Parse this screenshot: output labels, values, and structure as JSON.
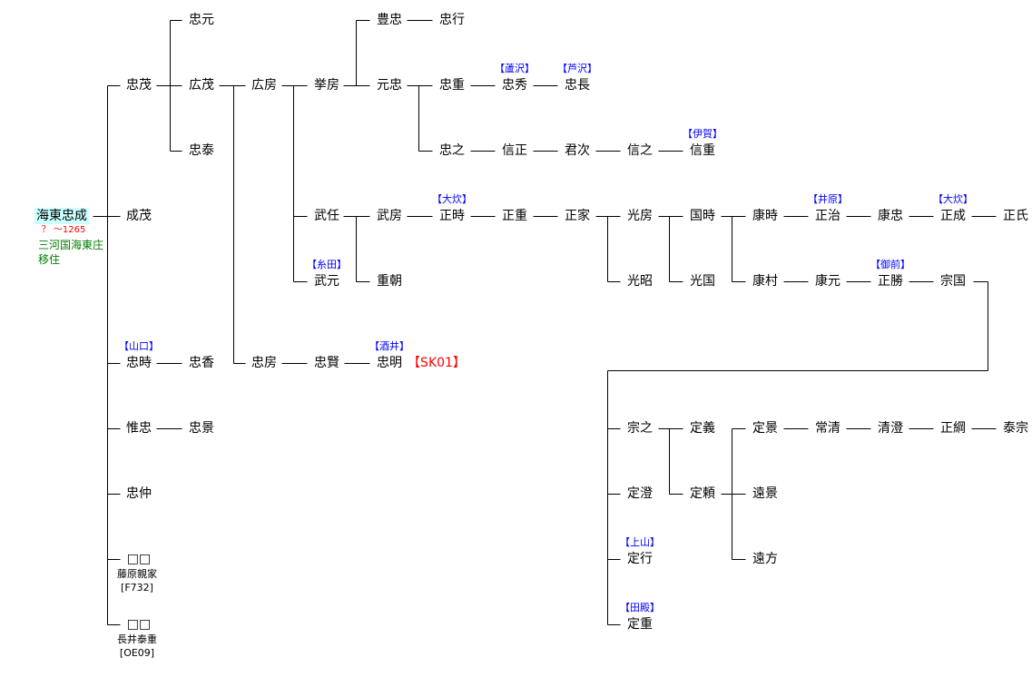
{
  "root": {
    "name": "海東忠成",
    "dates": "？ ～1265",
    "note1": "三河国海東庄",
    "note2": "移住",
    "highlight": "#ccffff"
  },
  "nodes": {
    "tadamoto": {
      "name": "忠元"
    },
    "hiroshige": {
      "name": "広茂"
    },
    "tadayasu": {
      "name": "忠泰"
    },
    "tadashige0": {
      "name": "忠茂"
    },
    "narishige": {
      "name": "成茂"
    },
    "tadatoki": {
      "name": "忠時",
      "label": "【山口】"
    },
    "koretada": {
      "name": "惟忠"
    },
    "tadanaka": {
      "name": "忠仲"
    },
    "unk1": {
      "name": "□□",
      "sub1": "藤原親家",
      "sub2": "[F732]"
    },
    "unk2": {
      "name": "□□",
      "sub1": "長井泰重",
      "sub2": "[OE09]"
    },
    "tadaka": {
      "name": "忠香"
    },
    "tadakage": {
      "name": "忠景"
    },
    "hirofusa": {
      "name": "広房"
    },
    "tadafusa": {
      "name": "忠房"
    },
    "kyofusa": {
      "name": "挙房"
    },
    "taketo": {
      "name": "武任"
    },
    "takemoto": {
      "name": "武元",
      "label": "【糸田】"
    },
    "tadakata": {
      "name": "忠賢"
    },
    "toyotada": {
      "name": "豊忠"
    },
    "mototada": {
      "name": "元忠"
    },
    "takefusa": {
      "name": "武房"
    },
    "shigetomo": {
      "name": "重朝"
    },
    "tadaaki": {
      "name": "忠明",
      "label": "【酒井】",
      "code": "【SK01】"
    },
    "tadayuki": {
      "name": "忠行"
    },
    "tadashige": {
      "name": "忠重"
    },
    "tadayuki2": {
      "name": "忠之"
    },
    "masatoki": {
      "name": "正時",
      "label": "【大炊】"
    },
    "tadahide": {
      "name": "忠秀",
      "label": "【蘆沢】"
    },
    "nobumasa": {
      "name": "信正"
    },
    "masashige": {
      "name": "正重"
    },
    "tadanaga": {
      "name": "忠長",
      "label": "【芦沢】"
    },
    "kimitsugu": {
      "name": "君次"
    },
    "masaie": {
      "name": "正家"
    },
    "nobuyuki": {
      "name": "信之"
    },
    "mitsufusa": {
      "name": "光房"
    },
    "mitsuaki": {
      "name": "光昭"
    },
    "muneyuki": {
      "name": "宗之"
    },
    "sadazumi": {
      "name": "定澄"
    },
    "sadayuki": {
      "name": "定行",
      "label": "【上山】"
    },
    "sadashige": {
      "name": "定重",
      "label": "【田殿】"
    },
    "nobushige": {
      "name": "信重",
      "label": "【伊賀】"
    },
    "kunitoki": {
      "name": "国時"
    },
    "mitsukuni": {
      "name": "光国"
    },
    "sadayoshi": {
      "name": "定義"
    },
    "sadayori": {
      "name": "定頼"
    },
    "yasutoki": {
      "name": "康時"
    },
    "yasumura": {
      "name": "康村"
    },
    "sadakage": {
      "name": "定景"
    },
    "tokage": {
      "name": "遠景"
    },
    "tokata": {
      "name": "遠方"
    },
    "masaharu": {
      "name": "正治",
      "label": "【井原】"
    },
    "yasumoto": {
      "name": "康元"
    },
    "tsunekiyo": {
      "name": "常清"
    },
    "yasutada": {
      "name": "康忠"
    },
    "masakatsu": {
      "name": "正勝",
      "label": "【御前】"
    },
    "kiyosumi": {
      "name": "清澄"
    },
    "masanari": {
      "name": "正成",
      "label": "【大炊】"
    },
    "munekuni": {
      "name": "宗国"
    },
    "masatsuna": {
      "name": "正綱"
    },
    "masauji": {
      "name": "正氏"
    },
    "yasumune": {
      "name": "泰宗"
    }
  }
}
